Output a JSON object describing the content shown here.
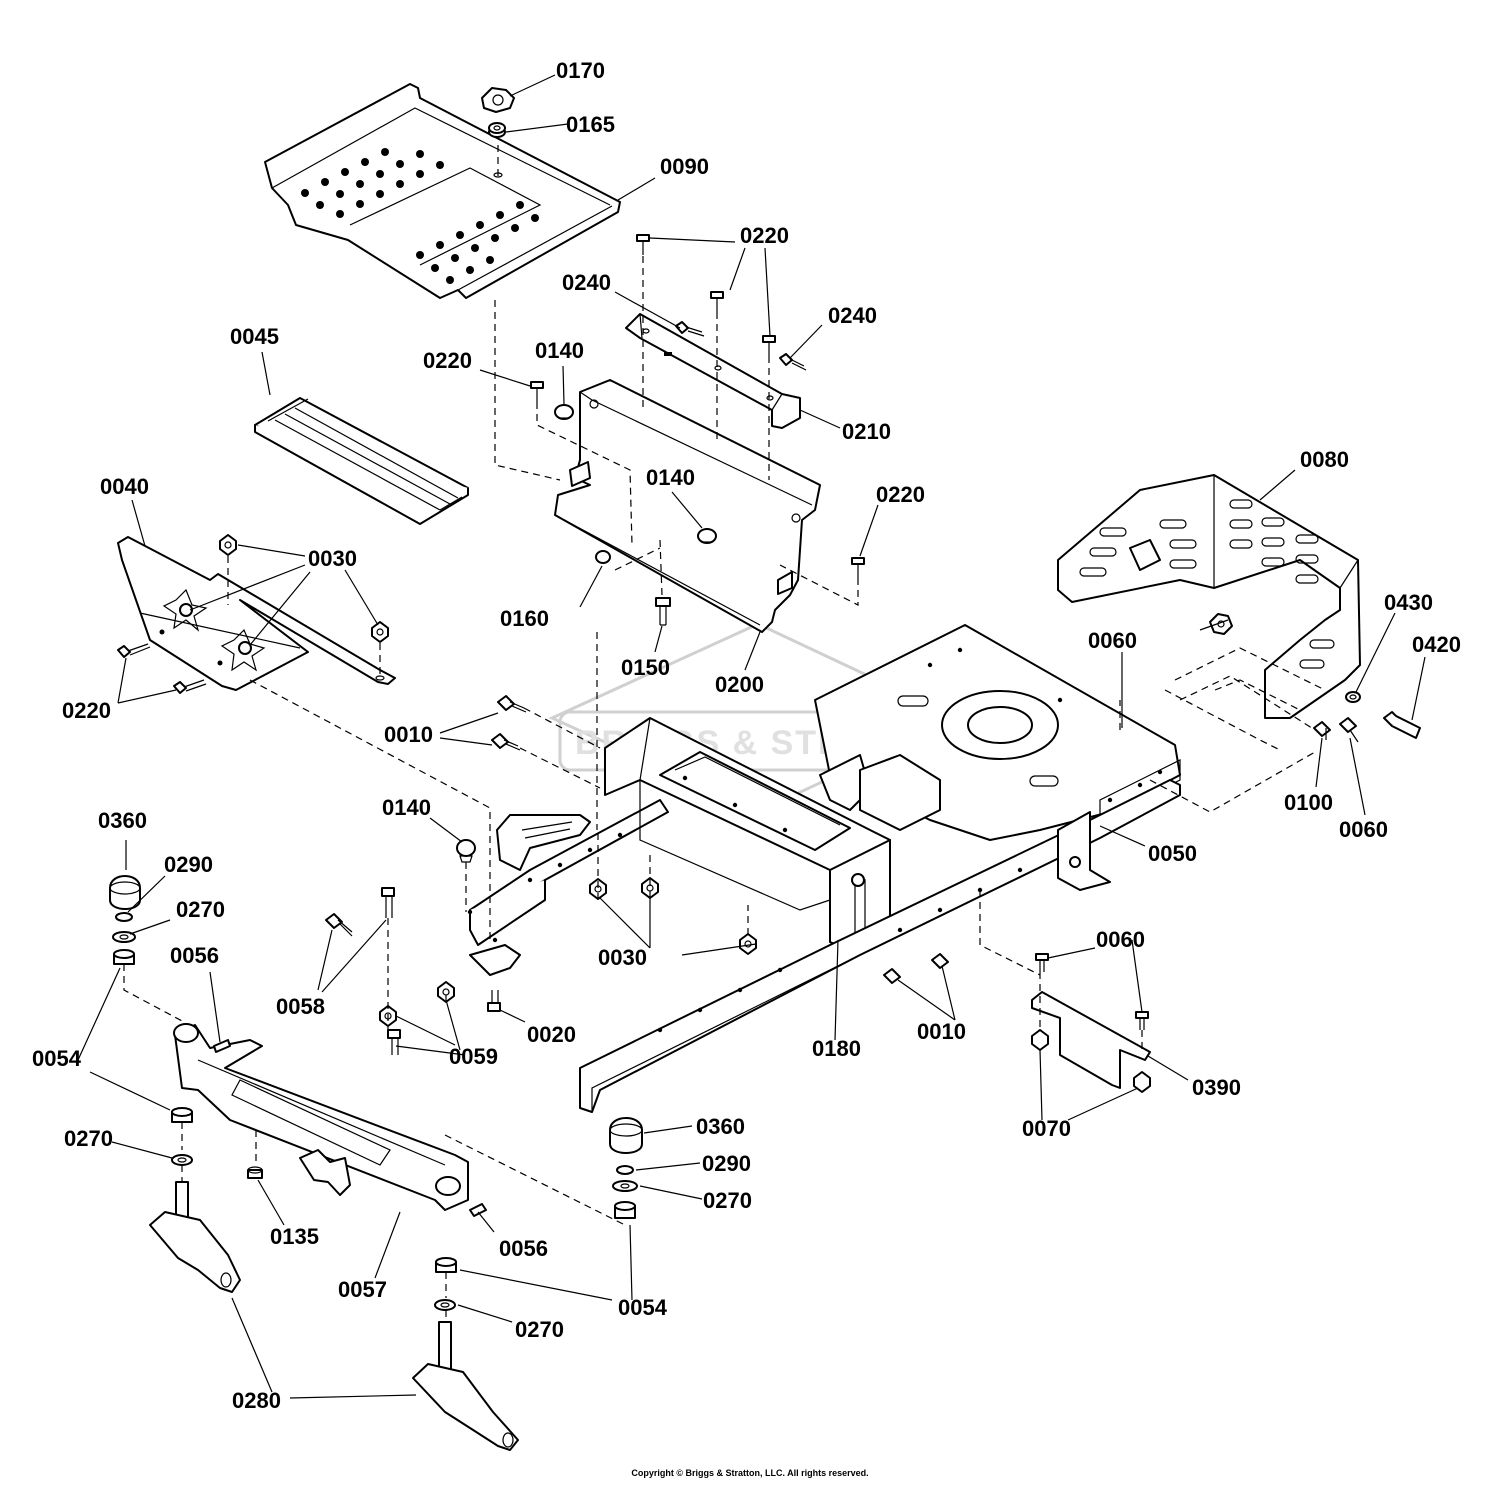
{
  "callouts": [
    {
      "label": "0170"
    },
    {
      "label": "0165"
    },
    {
      "label": "0090"
    },
    {
      "label": "0220"
    },
    {
      "label": "0240"
    },
    {
      "label": "0240"
    },
    {
      "label": "0045"
    },
    {
      "label": "0220"
    },
    {
      "label": "0140"
    },
    {
      "label": "0210"
    },
    {
      "label": "0080"
    },
    {
      "label": "0040"
    },
    {
      "label": "0030"
    },
    {
      "label": "0140"
    },
    {
      "label": "0220"
    },
    {
      "label": "0160"
    },
    {
      "label": "0150"
    },
    {
      "label": "0200"
    },
    {
      "label": "0060"
    },
    {
      "label": "0430"
    },
    {
      "label": "0420"
    },
    {
      "label": "0220"
    },
    {
      "label": "0010"
    },
    {
      "label": "0100"
    },
    {
      "label": "0060"
    },
    {
      "label": "0140"
    },
    {
      "label": "0360"
    },
    {
      "label": "0290"
    },
    {
      "label": "0270"
    },
    {
      "label": "0050"
    },
    {
      "label": "0056"
    },
    {
      "label": "0030"
    },
    {
      "label": "0060"
    },
    {
      "label": "0058"
    },
    {
      "label": "0020"
    },
    {
      "label": "0054"
    },
    {
      "label": "0059"
    },
    {
      "label": "0180"
    },
    {
      "label": "0010"
    },
    {
      "label": "0390"
    },
    {
      "label": "0270"
    },
    {
      "label": "0360"
    },
    {
      "label": "0070"
    },
    {
      "label": "0290"
    },
    {
      "label": "0270"
    },
    {
      "label": "0135"
    },
    {
      "label": "0056"
    },
    {
      "label": "0057"
    },
    {
      "label": "0054"
    },
    {
      "label": "0270"
    },
    {
      "label": "0280"
    }
  ],
  "watermark": {
    "text": "BRIGGS & STRATTON"
  },
  "copyright": "Copyright © Briggs & Stratton, LLC. All rights reserved."
}
